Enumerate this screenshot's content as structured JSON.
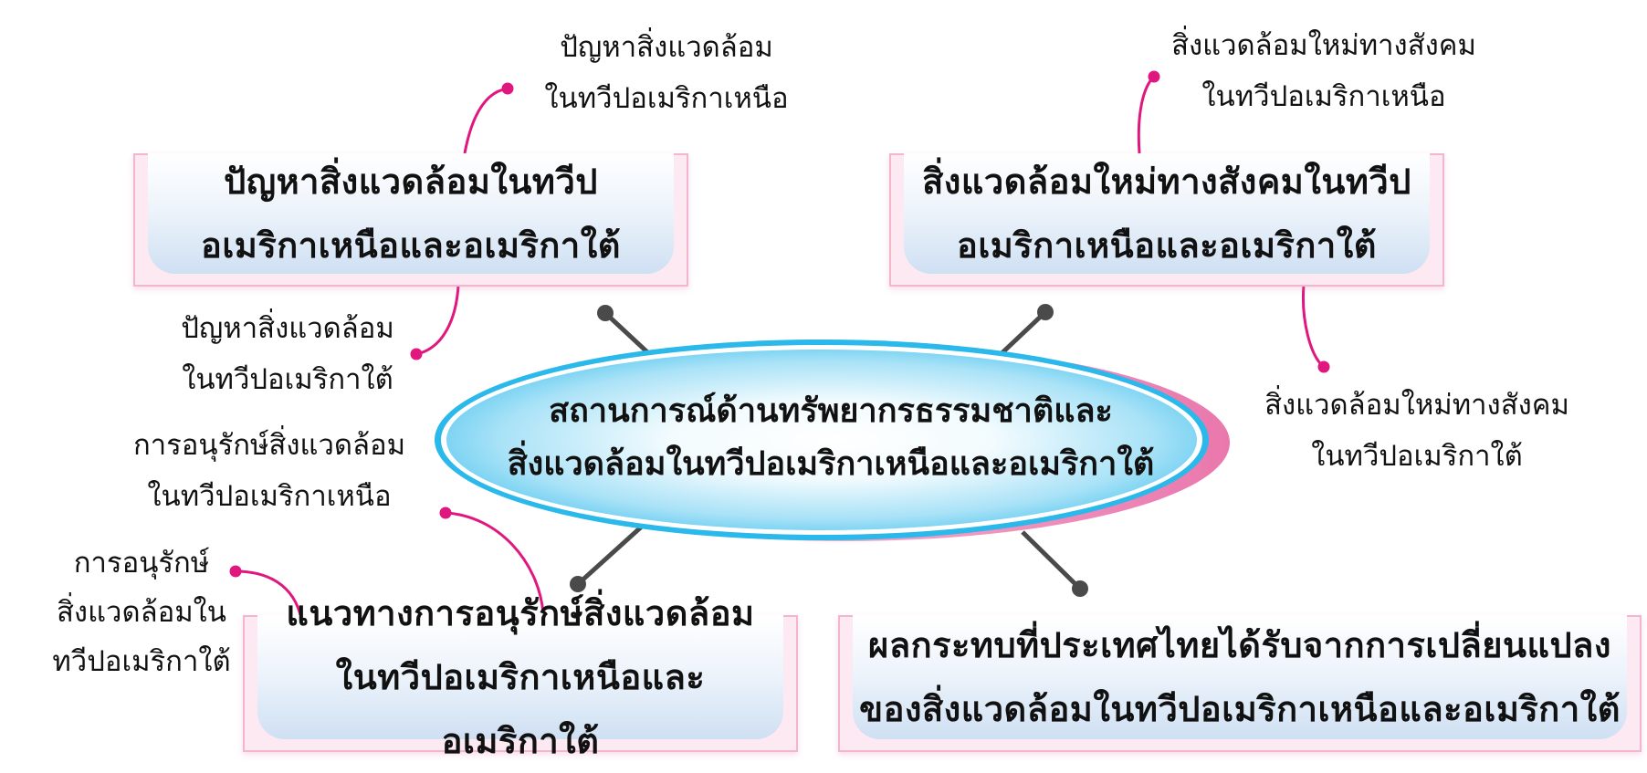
{
  "center": {
    "line1": "สถานการณ์ด้านทรัพยากรธรรมชาติและ",
    "line2": "สิ่งแวดล้อมในทวีปอเมริกาเหนือและอเมริกาใต้"
  },
  "boxes": {
    "top_left": {
      "line1": "ปัญหาสิ่งแวดล้อมในทวีป",
      "line2": "อเมริกาเหนือและอเมริกาใต้"
    },
    "top_right": {
      "line1": "สิ่งแวดล้อมใหม่ทางสังคมในทวีป",
      "line2": "อเมริกาเหนือและอเมริกาใต้"
    },
    "bottom_left": {
      "line1": "แนวทางการอนุรักษ์สิ่งแวดล้อม",
      "line2": "ในทวีปอเมริกาเหนือและอเมริกาใต้"
    },
    "bottom_right": {
      "line1": "ผลกระทบที่ประเทศไทยได้รับจากการเปลี่ยนแปลง",
      "line2": "ของสิ่งแวดล้อมในทวีปอเมริกาเหนือและอเมริกาใต้"
    }
  },
  "labels": {
    "tl_north": {
      "line1": "ปัญหาสิ่งแวดล้อม",
      "line2": "ในทวีปอเมริกาเหนือ"
    },
    "tl_south": {
      "line1": "ปัญหาสิ่งแวดล้อม",
      "line2": "ในทวีปอเมริกาใต้"
    },
    "tr_north": {
      "line1": "สิ่งแวดล้อมใหม่ทางสังคม",
      "line2": "ในทวีปอเมริกาเหนือ"
    },
    "tr_south": {
      "line1": "สิ่งแวดล้อมใหม่ทางสังคม",
      "line2": "ในทวีปอเมริกาใต้"
    },
    "bl_north": {
      "line1": "การอนุรักษ์สิ่งแวดล้อม",
      "line2": "ในทวีปอเมริกาเหนือ"
    },
    "bl_south": {
      "line1": "การอนุรักษ์",
      "line2": "สิ่งแวดล้อมใน",
      "line3": "ทวีปอเมริกาใต้"
    }
  },
  "colors": {
    "connector_accent": "#e0177f",
    "spoke": "#4a4a4a",
    "box_border": "#f3b6cf",
    "ellipse_blue": "#2bb8ea",
    "ellipse_pink": "#ee86b6"
  }
}
